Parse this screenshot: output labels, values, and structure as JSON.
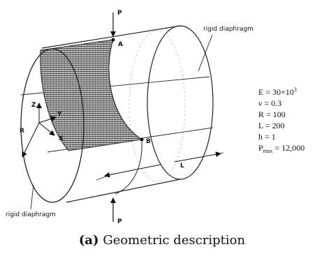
{
  "labels": {
    "load_top": "P",
    "load_bottom": "P",
    "point_a": "A",
    "point_b": "B",
    "diaphragm_top": "rigid diaphragm",
    "diaphragm_bottom": "rigid diaphragm",
    "axis_z": "Z",
    "axis_y": "Y",
    "axis_x": "X",
    "radius": "R",
    "length": "L"
  },
  "parameters": [
    {
      "name": "E",
      "value": "30×10",
      "sup": "3"
    },
    {
      "name": "ν",
      "value": "0.3"
    },
    {
      "name": "R",
      "value": "100"
    },
    {
      "name": "L",
      "value": "200"
    },
    {
      "name": "h",
      "value": "1"
    },
    {
      "name": "P",
      "sub": "max",
      "value": "12,000"
    }
  ],
  "caption": {
    "tag": "(a)",
    "text": "Geometric description"
  }
}
